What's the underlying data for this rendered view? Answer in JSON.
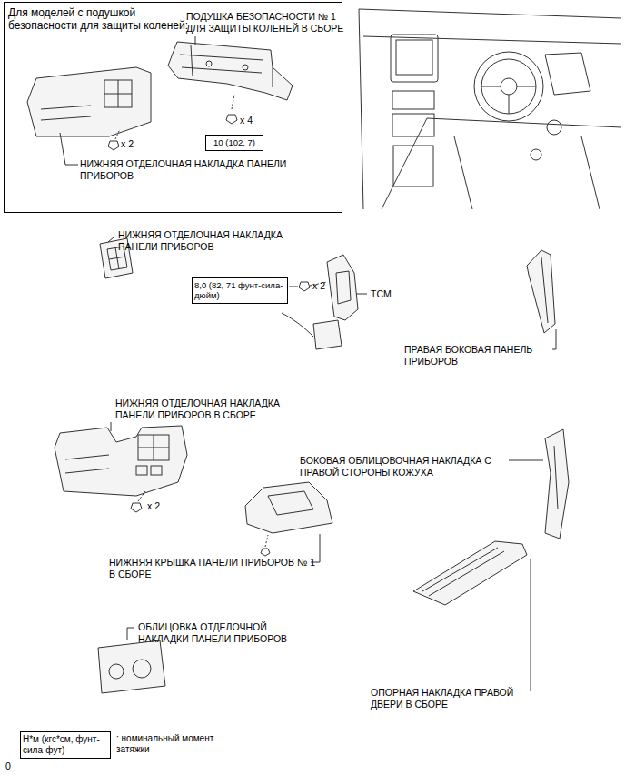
{
  "diagram": {
    "nodes": [
      {
        "text": [
          "Для моделей с подушкой безопасности для защиты коленей:"
        ]
      },
      {
        "text": [
          "10 (102, 7)"
        ],
        "in": 0
      },
      {
        "text": [
          "8,0 (82, 71 фунт-сила-дюйм)"
        ]
      },
      {
        "text": [
          "Н*м (кгс*см, фунт-сила-фут)",
          ": номинальный момент затяжки"
        ]
      }
    ],
    "labels": [
      "ПОДУШКА БЕЗОПАСНОСТИ № 1 ДЛЯ ЗАЩИТЫ КОЛЕНЕЙ В СБОРЕ",
      "x 4",
      "x 2",
      "НИЖНЯЯ ОТДЕЛОЧНАЯ НАКЛАДКА ПАНЕЛИ ПРИБОРОВ",
      "НИЖНЯЯ ОТДЕЛОЧНАЯ НАКЛАДКА ПАНЕЛИ ПРИБОРОВ",
      "x 2",
      "TCM",
      "ПРАВАЯ БОКОВАЯ ПАНЕЛЬ ПРИБОРОВ",
      "НИЖНЯЯ ОТДЕЛОЧНАЯ НАКЛАДКА ПАНЕЛИ ПРИБОРОВ В СБОРЕ",
      "БОКОВАЯ ОБЛИЦОВОЧНАЯ НАКЛАДКА С ПРАВОЙ СТОРОНЫ КОЖУХА",
      "x 2",
      "НИЖНЯЯ КРЫШКА ПАНЕЛИ ПРИБОРОВ № 1 В СБОРЕ",
      "ОБЛИЦОВКА ОТДЕЛОЧНОЙ НАКЛАДКИ ПАНЕЛИ ПРИБОРОВ",
      "ОПОРНАЯ НАКЛАДКА ПРАВОЙ ДВЕРИ В СБОРЕ",
      "0"
    ]
  }
}
